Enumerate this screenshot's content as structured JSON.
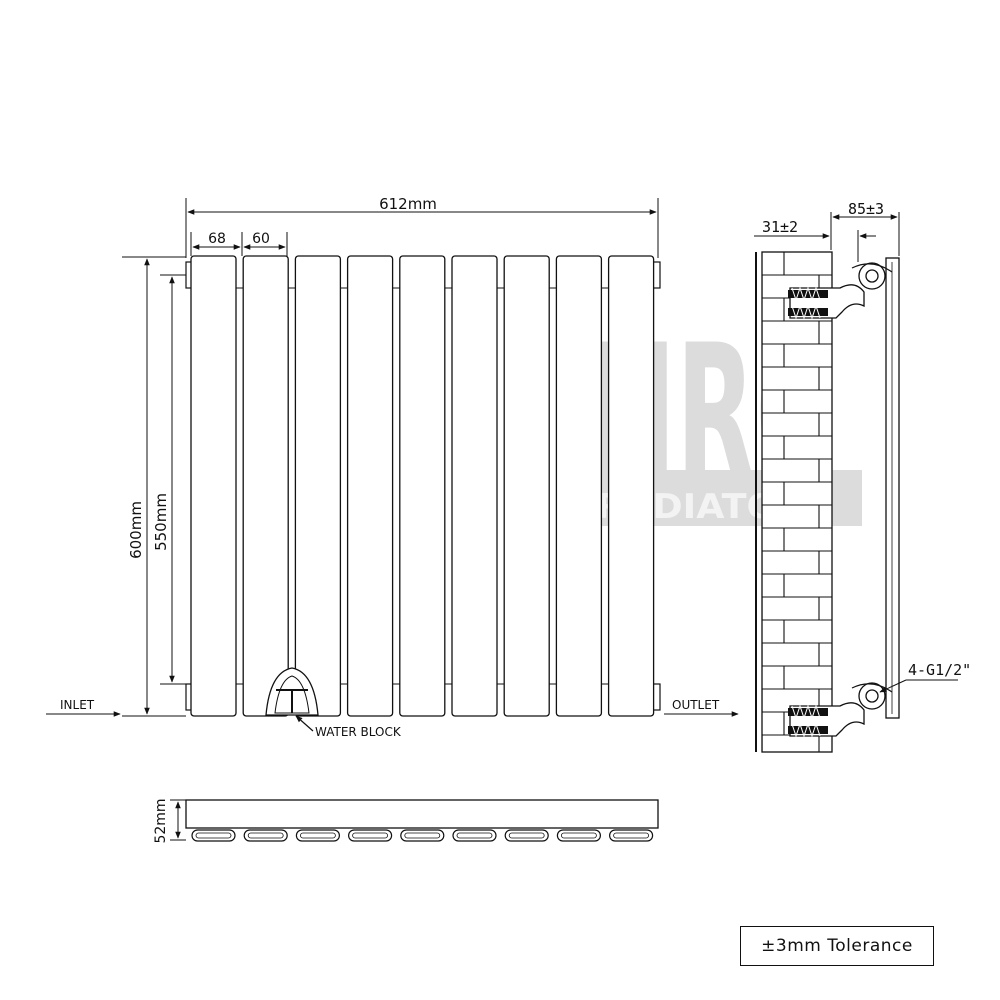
{
  "front_view": {
    "width_label": "612mm",
    "panel_width_label": "68",
    "gap_label": "60",
    "height_label": "600mm",
    "centres_label": "550mm",
    "inlet_label": "INLET",
    "outlet_label": "OUTLET",
    "water_block_label": "WATER BLOCK",
    "panel_count": 9
  },
  "side_view": {
    "wall_gap_label": "31±2",
    "depth_label": "85±3",
    "connection_label": "4-G1/2\""
  },
  "top_view": {
    "depth_label": "52mm"
  },
  "watermark": {
    "logo_text": "NRG",
    "sub_text": "RADIATORS"
  },
  "tolerance_label": "±3mm Tolerance"
}
